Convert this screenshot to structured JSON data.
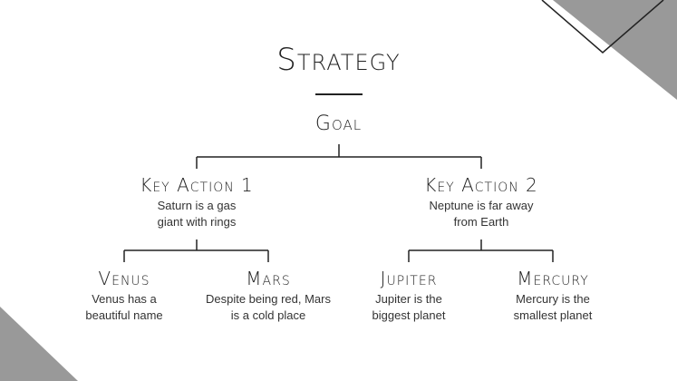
{
  "slide": {
    "title": "Strategy",
    "goal": "Goal",
    "actions": [
      {
        "label": "Key Action 1",
        "description": "Saturn is a gas giant with rings",
        "children": [
          {
            "label": "Venus",
            "description": "Venus has a beautiful name"
          },
          {
            "label": "Mars",
            "description": "Despite being red, Mars is a cold place"
          }
        ]
      },
      {
        "label": "Key Action 2",
        "description": "Neptune is far away from Earth",
        "children": [
          {
            "label": "Jupiter",
            "description": "Jupiter is the biggest planet"
          },
          {
            "label": "Mercury",
            "description": "Mercury is the smallest planet"
          }
        ]
      }
    ]
  },
  "colors": {
    "background": "#ffffff",
    "text": "#222222",
    "decoration": "#999999",
    "lines": "#222222"
  }
}
